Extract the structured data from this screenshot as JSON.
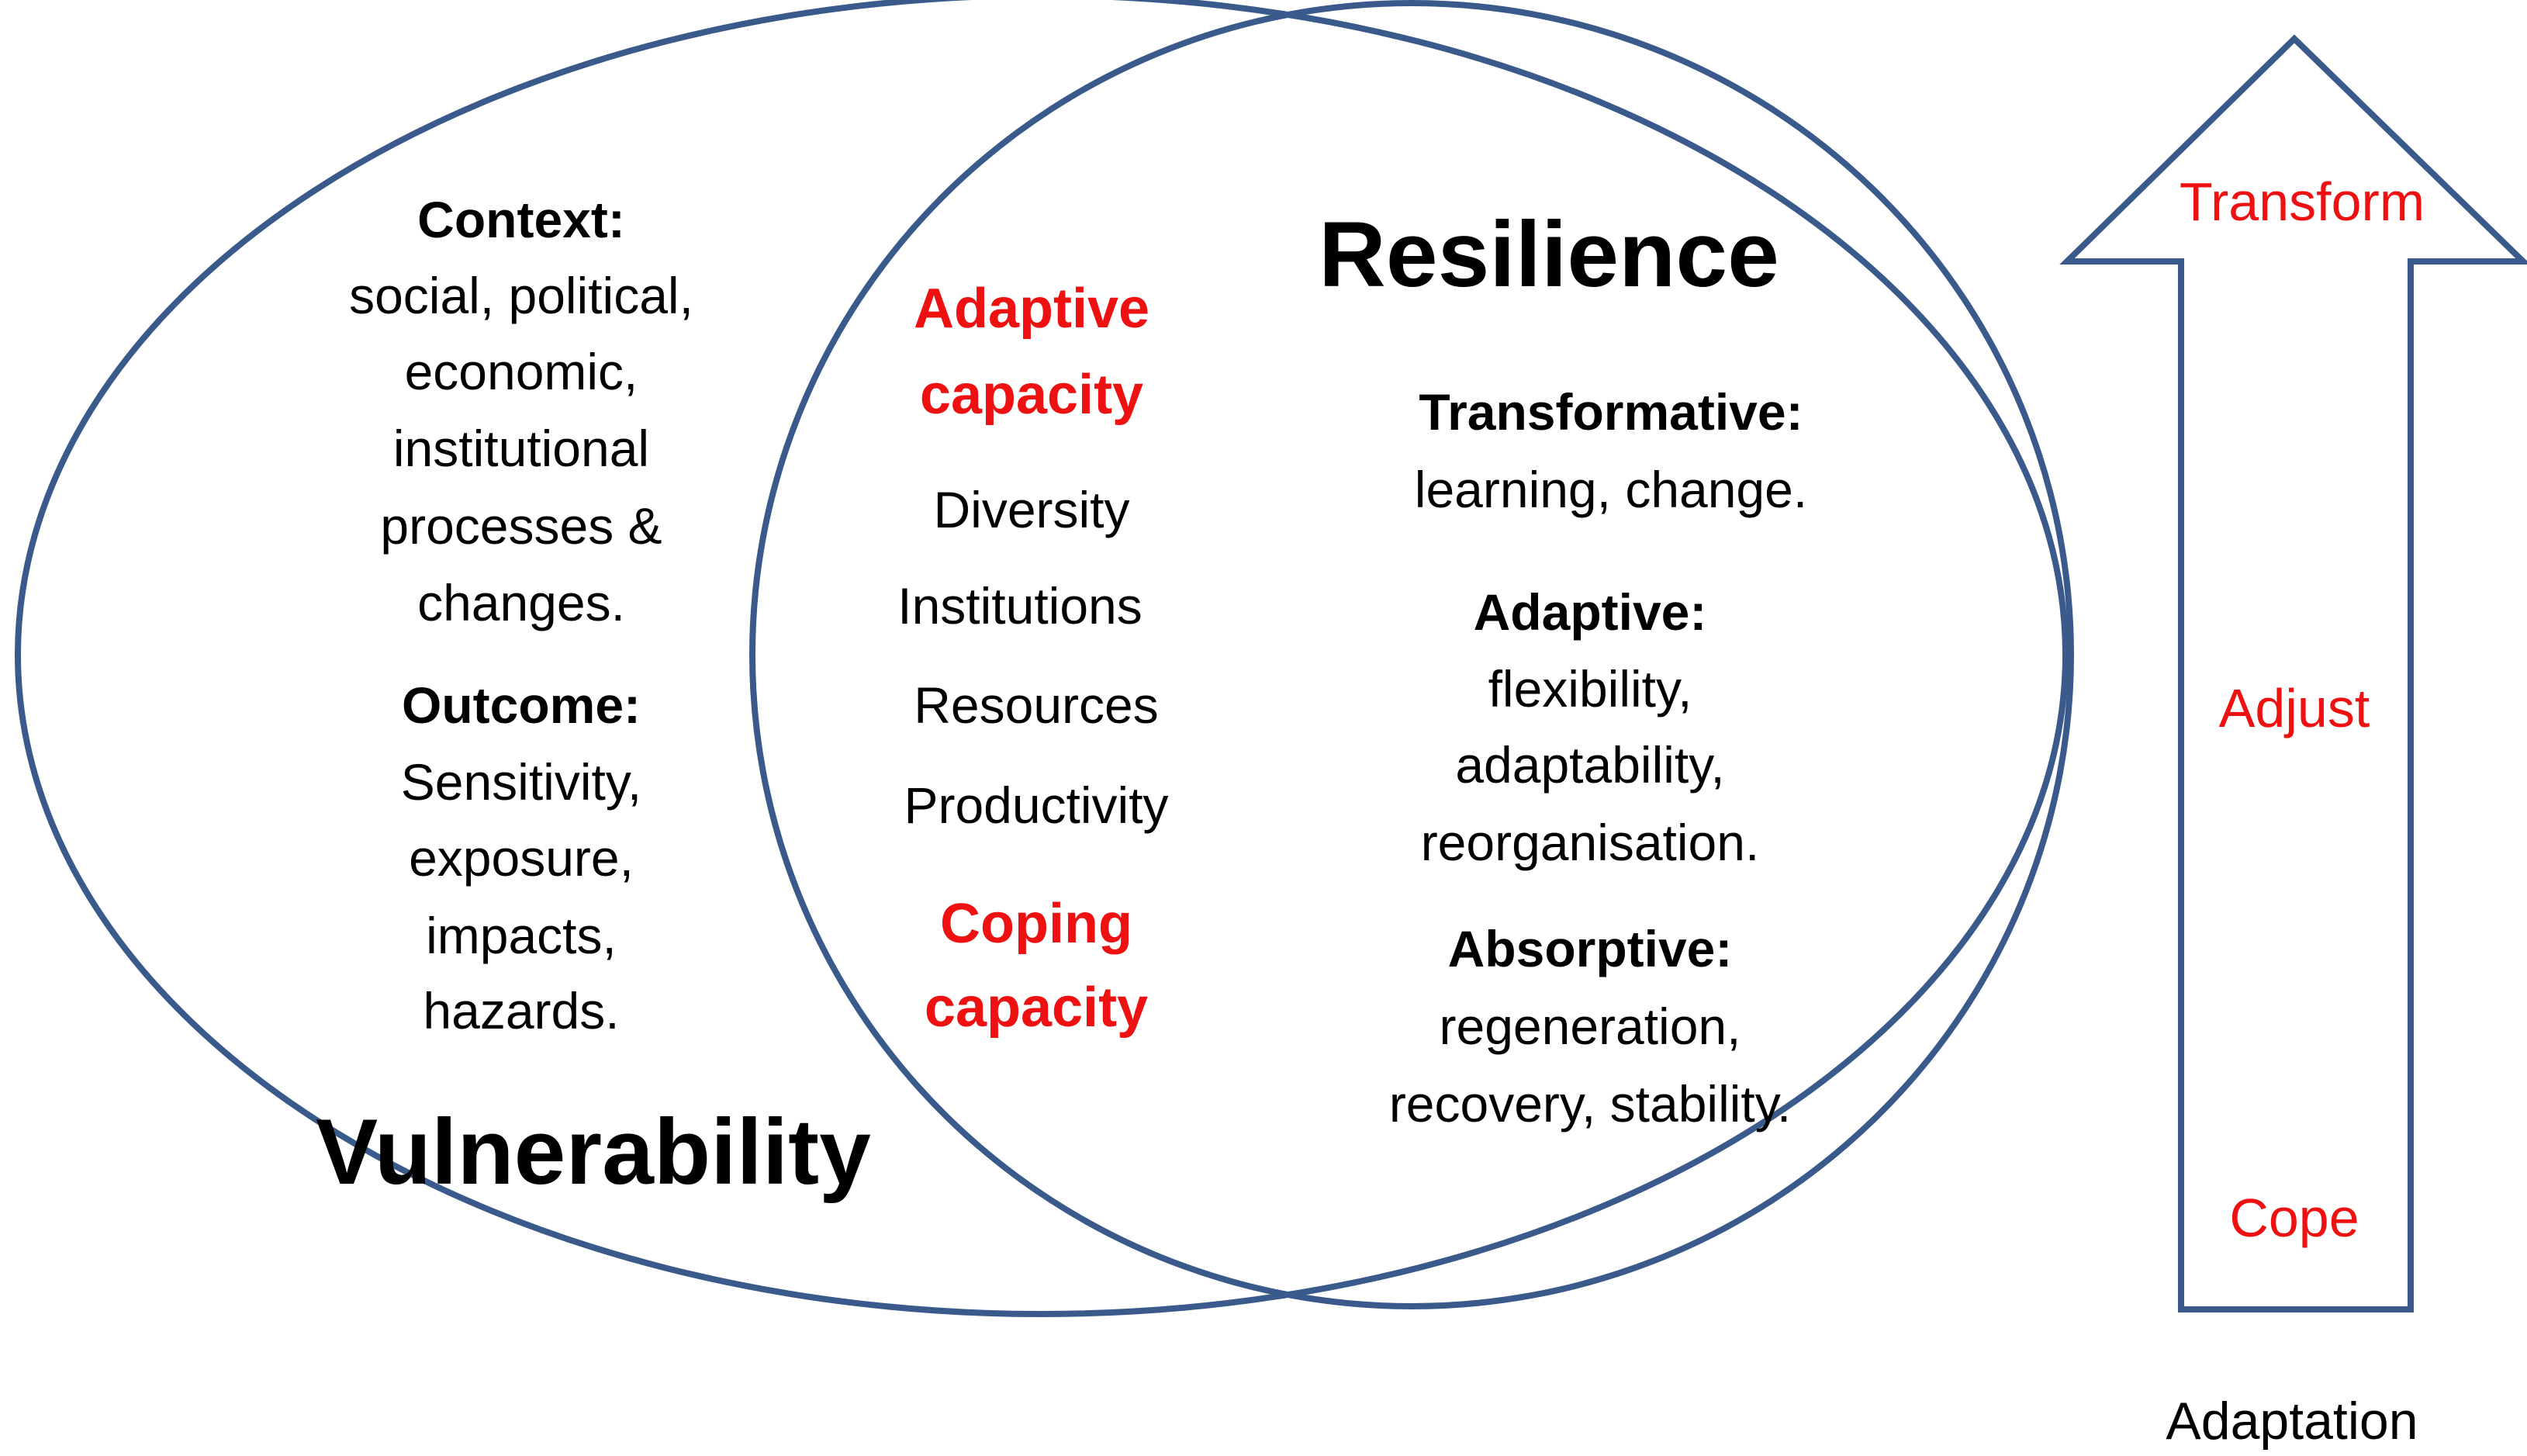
{
  "colors": {
    "circle_stroke": "#3a5a8c",
    "accent_red": "#ee1111",
    "text": "#000000"
  },
  "vulnerability": {
    "title": "Vulnerability",
    "context_heading": "Context:",
    "context_lines": [
      "social, political,",
      "economic,",
      "institutional",
      "processes &",
      "changes."
    ],
    "outcome_heading": "Outcome:",
    "outcome_lines": [
      "Sensitivity,",
      "exposure,",
      "impacts,",
      "hazards."
    ]
  },
  "overlap": {
    "adaptive_capacity": [
      "Adaptive",
      "capacity"
    ],
    "items": [
      "Diversity",
      "Institutions",
      "Resources",
      "Productivity"
    ],
    "coping_capacity": [
      "Coping",
      "capacity"
    ]
  },
  "resilience": {
    "title": "Resilience",
    "transformative_heading": "Transformative:",
    "transformative_lines": [
      "learning, change."
    ],
    "adaptive_heading": "Adaptive:",
    "adaptive_lines": [
      "flexibility,",
      "adaptability,",
      "reorganisation."
    ],
    "absorptive_heading": "Absorptive:",
    "absorptive_lines": [
      "regeneration,",
      "recovery, stability."
    ]
  },
  "arrow": {
    "top_label": "Transform",
    "middle_label": "Adjust",
    "bottom_label": "Cope",
    "caption": "Adaptation"
  }
}
